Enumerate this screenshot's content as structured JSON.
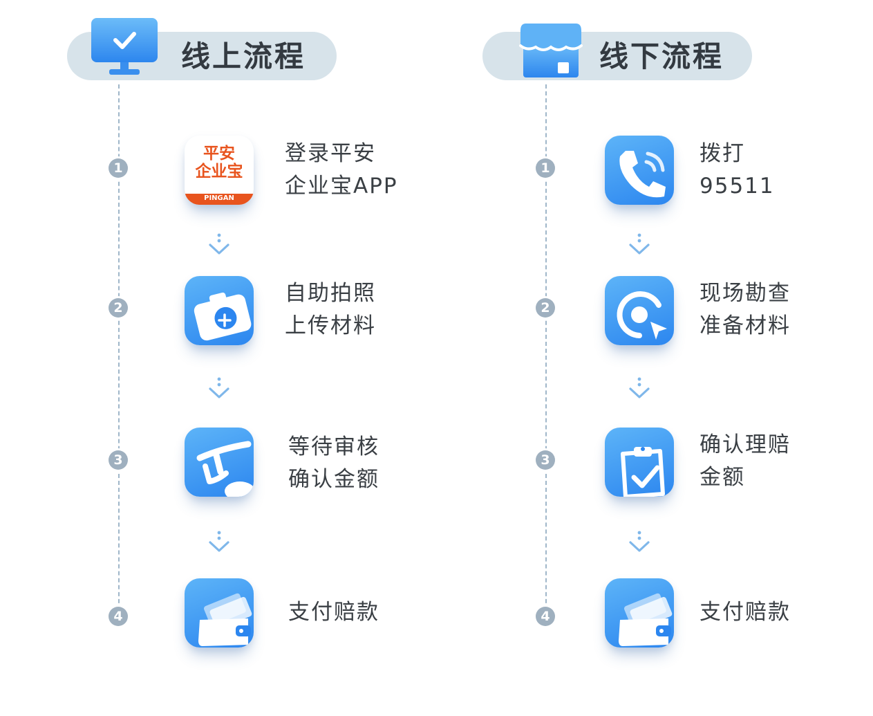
{
  "online": {
    "title": "线上流程",
    "icon": "monitor-check-icon",
    "steps": [
      {
        "num": "1",
        "icon": "pingan-app-icon",
        "lines": [
          "登录平安",
          "企业宝APP"
        ],
        "app_logo": {
          "line1": "平安",
          "line2": "企业宝",
          "brand": "PINGAN"
        }
      },
      {
        "num": "2",
        "icon": "camera-add-icon",
        "lines": [
          "自助拍照",
          "上传材料"
        ]
      },
      {
        "num": "3",
        "icon": "review-stamp-icon",
        "lines": [
          "等待审核",
          "确认金额"
        ]
      },
      {
        "num": "4",
        "icon": "wallet-icon",
        "lines": [
          "支付赔款"
        ]
      }
    ]
  },
  "offline": {
    "title": "线下流程",
    "icon": "store-icon",
    "steps": [
      {
        "num": "1",
        "icon": "phone-call-icon",
        "lines": [
          "拨打",
          "95511"
        ]
      },
      {
        "num": "2",
        "icon": "location-search-icon",
        "lines": [
          "现场勘查",
          "准备材料"
        ]
      },
      {
        "num": "3",
        "icon": "clipboard-check-icon",
        "lines": [
          "确认理赔",
          "金额"
        ]
      },
      {
        "num": "4",
        "icon": "wallet-icon",
        "lines": [
          "支付赔款"
        ]
      }
    ]
  },
  "colors": {
    "tile_gradient_top": "#5db4f8",
    "tile_gradient_bottom": "#2c86ef",
    "header_pill": "#d7e3ea",
    "step_badge": "#9fb0bf",
    "timeline": "#9fb6c9",
    "brand_orange": "#e8541e"
  }
}
